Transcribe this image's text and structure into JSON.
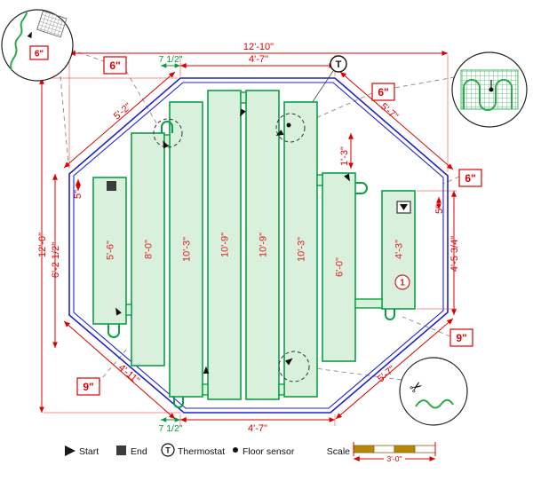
{
  "dims": {
    "overall_width": "12'-10\"",
    "top_edge": "4'-7\"",
    "top_offset": "7 1/2\"",
    "bottom_edge": "4'-7\"",
    "bottom_offset": "7 1/2\"",
    "height": "12'-0\"",
    "left_partial": "6'-2 1/2\"",
    "left_gap": "5\"",
    "right_gap": "5\"",
    "right_partial": "4'-5 3/4\"",
    "right_inset": "1'-3\"",
    "diag_top_left": "5'-2\"",
    "diag_top_right": "5'-7\"",
    "diag_bottom_left": "4'-11\"",
    "diag_bottom_right": "5'-7\"",
    "offset_top_left": "6\"",
    "offset_top_right": "6\"",
    "offset_right": "6\"",
    "offset_bottom_right": "9\"",
    "offset_bottom_left": "9\"",
    "callout_offset": "6\""
  },
  "mats": [
    {
      "label": "5'-6\""
    },
    {
      "label": "8'-0\""
    },
    {
      "label": "10'-3\""
    },
    {
      "label": "10'-9\""
    },
    {
      "label": "10'-9\""
    },
    {
      "label": "10'-3\""
    },
    {
      "label": "6'-0\""
    },
    {
      "label": "4'-3\""
    }
  ],
  "symbols": {
    "thermostat": "T",
    "mat_number": "1"
  },
  "legend": {
    "start": "Start",
    "end": "End",
    "thermostat": "Thermostat",
    "thermostat_symbol": "T",
    "floor_sensor": "Floor sensor",
    "scale": "Scale",
    "scale_length": "3'-0\""
  },
  "icons": {
    "scissors": "✂"
  },
  "colors": {
    "dimension_red": "#dd0000",
    "wall_blue": "#2222cc",
    "mat_green": "#0aa046",
    "mat_fill": "#d9f0dc",
    "offset_green": "#0a9a3c",
    "scale_gold": "#b8860b"
  }
}
